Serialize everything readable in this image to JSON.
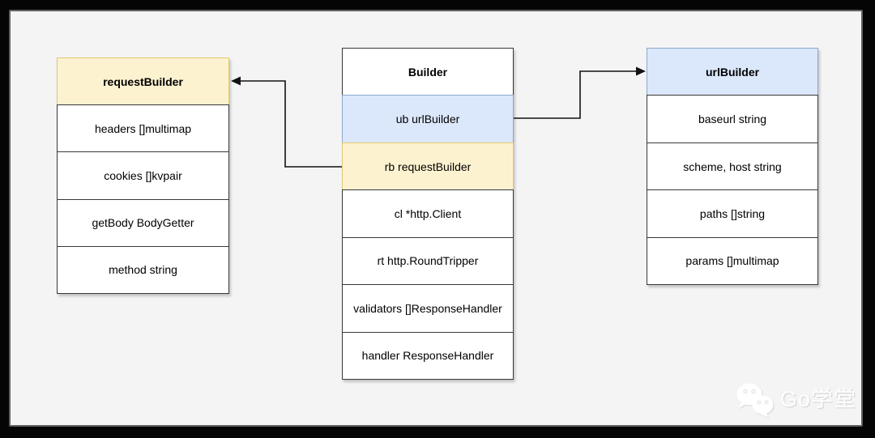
{
  "diagram": {
    "type": "struct-diagram",
    "colors": {
      "canvas_bg": "#f4f4f5",
      "frame": "#050505",
      "yellow_fill": "#fdf2d0",
      "yellow_border": "#e2c76f",
      "blue_fill": "#dbe8fb",
      "blue_border": "#8ea7cc",
      "cell_border": "#383838",
      "text": "#000000"
    },
    "boxes": {
      "requestBuilder": {
        "title": "requestBuilder",
        "header_style": "yellow",
        "fields": [
          {
            "label": "headers []multimap"
          },
          {
            "label": "cookies []kvpair"
          },
          {
            "label": "getBody BodyGetter"
          },
          {
            "label": "method string"
          }
        ]
      },
      "builder": {
        "title": "Builder",
        "header_style": "white",
        "fields": [
          {
            "label": "ub urlBuilder",
            "highlight": "blue"
          },
          {
            "label": "rb requestBuilder",
            "highlight": "yellow"
          },
          {
            "label": "cl *http.Client"
          },
          {
            "label": "rt http.RoundTripper"
          },
          {
            "label": "validators []ResponseHandler"
          },
          {
            "label": "handler ResponseHandler"
          }
        ]
      },
      "urlBuilder": {
        "title": "urlBuilder",
        "header_style": "blue",
        "fields": [
          {
            "label": "baseurl string"
          },
          {
            "label": "scheme, host string"
          },
          {
            "label": "paths []string"
          },
          {
            "label": "params []multimap"
          }
        ]
      }
    },
    "arrows": [
      {
        "from": "Builder.ub urlBuilder",
        "to": "urlBuilder"
      },
      {
        "from": "Builder.rb requestBuilder",
        "to": "requestBuilder"
      }
    ]
  },
  "watermark": {
    "label": "Go学堂",
    "icon": "wechat-icon"
  }
}
